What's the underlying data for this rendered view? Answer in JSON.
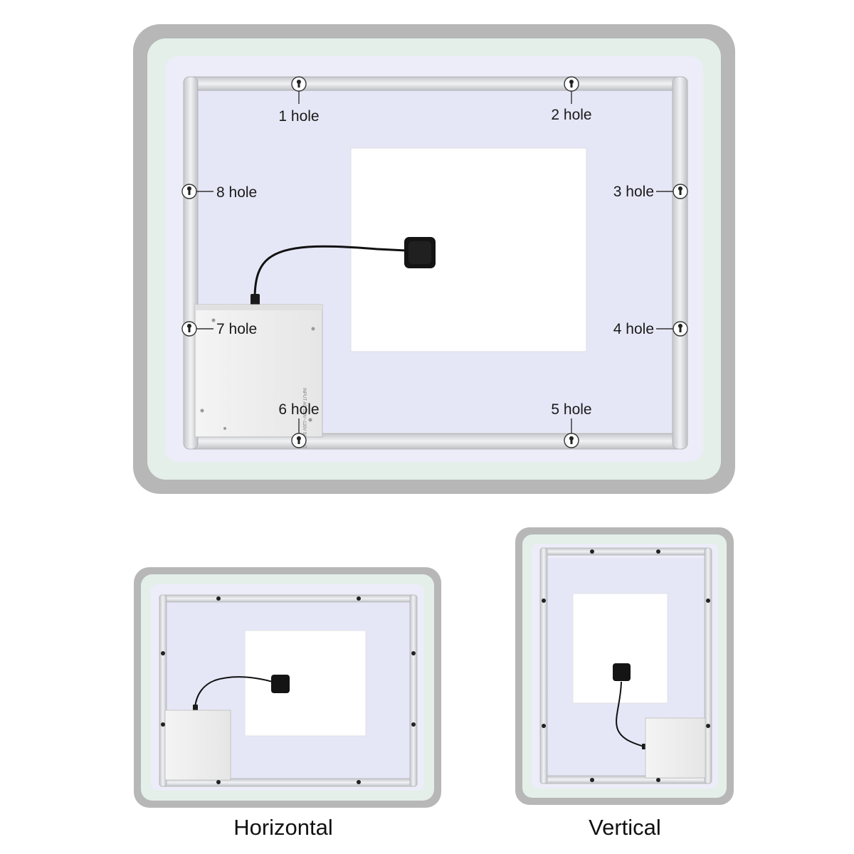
{
  "main_view": {
    "holes": [
      {
        "id": 1,
        "label": "1 hole"
      },
      {
        "id": 2,
        "label": "2 hole"
      },
      {
        "id": 3,
        "label": "3 hole"
      },
      {
        "id": 4,
        "label": "4 hole"
      },
      {
        "id": 5,
        "label": "5 hole"
      },
      {
        "id": 6,
        "label": "6 hole"
      },
      {
        "id": 7,
        "label": "7 hole"
      },
      {
        "id": 8,
        "label": "8 hole"
      }
    ],
    "driver_box_text": "INPUT AC 110V~120V 50/60HZ"
  },
  "orientations": {
    "horizontal_label": "Horizontal",
    "vertical_label": "Vertical"
  },
  "colors": {
    "outer_frame": "#b7b7b7",
    "led_glow": "#e4efe9",
    "backing_panel": "#e8e9f7",
    "aluminum_rail": "#d9dadc",
    "white_panel": "#ffffff",
    "touch_switch": "#141414"
  }
}
